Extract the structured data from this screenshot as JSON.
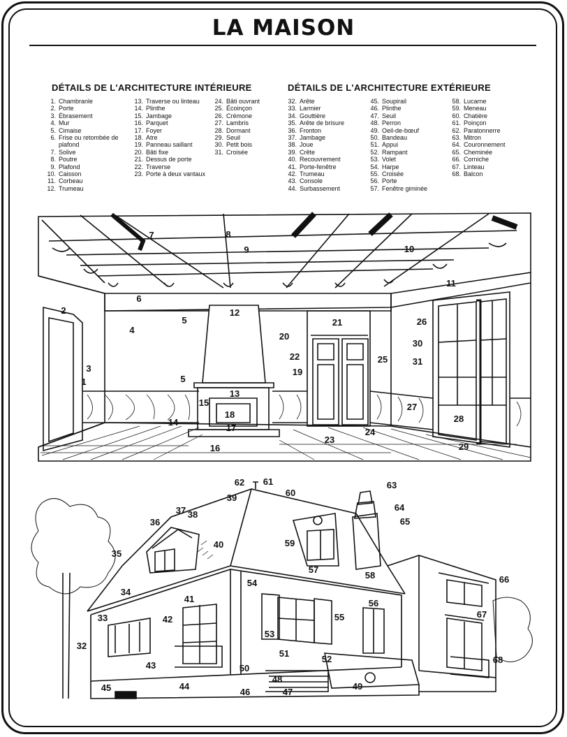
{
  "title": "LA MAISON",
  "interior": {
    "heading": "DÉTAILS DE L'ARCHITECTURE INTÉRIEURE",
    "columns": [
      [
        {
          "n": "1.",
          "t": "Chambranle"
        },
        {
          "n": "2.",
          "t": "Porte"
        },
        {
          "n": "3.",
          "t": "Ébrasement"
        },
        {
          "n": "4.",
          "t": "Mur"
        },
        {
          "n": "5.",
          "t": "Cimaise"
        },
        {
          "n": "6.",
          "t": "Frise ou retombée de plafond"
        },
        {
          "n": "7.",
          "t": "Solive"
        },
        {
          "n": "8.",
          "t": "Poutre"
        },
        {
          "n": "9.",
          "t": "Plafond"
        },
        {
          "n": "10.",
          "t": "Caisson"
        },
        {
          "n": "11.",
          "t": "Corbeau"
        },
        {
          "n": "12.",
          "t": "Trumeau"
        }
      ],
      [
        {
          "n": "13.",
          "t": "Traverse ou linteau"
        },
        {
          "n": "14.",
          "t": "Plinthe"
        },
        {
          "n": "15.",
          "t": "Jambage"
        },
        {
          "n": "16.",
          "t": "Parquet"
        },
        {
          "n": "17.",
          "t": "Foyer"
        },
        {
          "n": "18.",
          "t": "Atre"
        },
        {
          "n": "19.",
          "t": "Panneau saillant"
        },
        {
          "n": "20.",
          "t": "Bâti fixe"
        },
        {
          "n": "21.",
          "t": "Dessus de porte"
        },
        {
          "n": "22.",
          "t": "Traverse"
        },
        {
          "n": "23.",
          "t": "Porte à deux vantaux"
        }
      ],
      [
        {
          "n": "24.",
          "t": "Bâti ouvrant"
        },
        {
          "n": "25.",
          "t": "Écoinçon"
        },
        {
          "n": "26.",
          "t": "Crémone"
        },
        {
          "n": "27.",
          "t": "Lambris"
        },
        {
          "n": "28.",
          "t": "Dormant"
        },
        {
          "n": "29.",
          "t": "Seuil"
        },
        {
          "n": "30.",
          "t": "Petit bois"
        },
        {
          "n": "31.",
          "t": "Croisée"
        }
      ]
    ]
  },
  "exterior": {
    "heading": "DÉTAILS DE L'ARCHITECTURE EXTÉRIEURE",
    "columns": [
      [
        {
          "n": "32.",
          "t": "Arête"
        },
        {
          "n": "33.",
          "t": "Larmier"
        },
        {
          "n": "34.",
          "t": "Gouttière"
        },
        {
          "n": "35.",
          "t": "Arête de brisure"
        },
        {
          "n": "36.",
          "t": "Fronton"
        },
        {
          "n": "37.",
          "t": "Jambage"
        },
        {
          "n": "38.",
          "t": "Joue"
        },
        {
          "n": "39.",
          "t": "Crête"
        },
        {
          "n": "40.",
          "t": "Recouvrement"
        },
        {
          "n": "41.",
          "t": "Porte-fenêtre"
        },
        {
          "n": "42.",
          "t": "Trumeau"
        },
        {
          "n": "43.",
          "t": "Console"
        },
        {
          "n": "44.",
          "t": "Surbassement"
        }
      ],
      [
        {
          "n": "45.",
          "t": "Soupirail"
        },
        {
          "n": "46.",
          "t": "Plinthe"
        },
        {
          "n": "47.",
          "t": "Seuil"
        },
        {
          "n": "48.",
          "t": "Perron"
        },
        {
          "n": "49.",
          "t": "Oeil-de-bœuf"
        },
        {
          "n": "50.",
          "t": "Bandeau"
        },
        {
          "n": "51.",
          "t": "Appui"
        },
        {
          "n": "52.",
          "t": "Rampant"
        },
        {
          "n": "53.",
          "t": "Volet"
        },
        {
          "n": "54.",
          "t": "Harpe"
        },
        {
          "n": "55.",
          "t": "Croisée"
        },
        {
          "n": "56.",
          "t": "Porte"
        },
        {
          "n": "57.",
          "t": "Fenêtre giminée"
        }
      ],
      [
        {
          "n": "58.",
          "t": "Lucarne"
        },
        {
          "n": "59.",
          "t": "Meneau"
        },
        {
          "n": "60.",
          "t": "Chatière"
        },
        {
          "n": "61.",
          "t": "Poinçon"
        },
        {
          "n": "62.",
          "t": "Paratonnerre"
        },
        {
          "n": "63.",
          "t": "Mitron"
        },
        {
          "n": "64.",
          "t": "Couronnement"
        },
        {
          "n": "65.",
          "t": "Cheminée"
        },
        {
          "n": "66.",
          "t": "Corniche"
        },
        {
          "n": "67.",
          "t": "Linteau"
        },
        {
          "n": "68.",
          "t": "Balcon"
        }
      ]
    ]
  },
  "callouts": {
    "interior": [
      "7",
      "8",
      "9",
      "10",
      "11",
      "6",
      "2",
      "5",
      "12",
      "21",
      "4",
      "26",
      "20",
      "22",
      "30",
      "25",
      "3",
      "1",
      "31",
      "19",
      "5",
      "13",
      "15",
      "18",
      "27",
      "14",
      "17",
      "28",
      "23",
      "24",
      "16",
      "29"
    ],
    "exterior": [
      "62",
      "61",
      "60",
      "39",
      "63",
      "64",
      "65",
      "36",
      "37",
      "38",
      "40",
      "59",
      "35",
      "57",
      "58",
      "54",
      "66",
      "34",
      "41",
      "56",
      "33",
      "42",
      "55",
      "67",
      "53",
      "32",
      "51",
      "52",
      "68",
      "43",
      "50",
      "48",
      "45",
      "44",
      "46",
      "47",
      "49"
    ]
  }
}
